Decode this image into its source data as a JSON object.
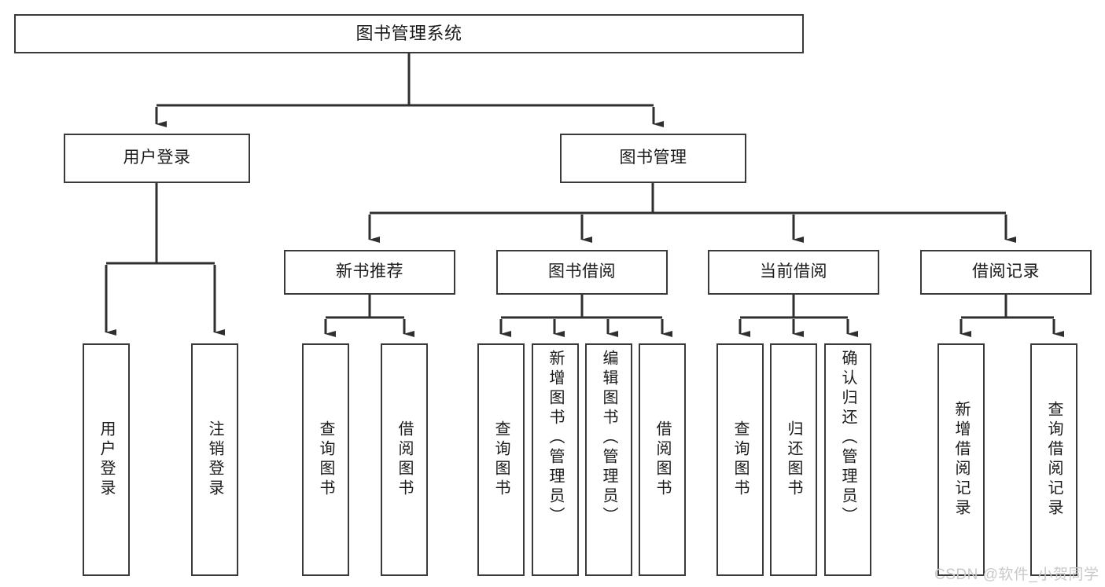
{
  "diagram": {
    "title": "图书管理系统",
    "type": "hierarchy-tree",
    "watermark": "CSDN @软件_小贺同学",
    "colors": {
      "box_border": "#3a3a3a",
      "box_fill": "#ffffff",
      "edge": "#2f2f2f",
      "text": "#1b1b1b",
      "watermark": "#c9c9c9"
    },
    "levels": {
      "root": "图书管理系统",
      "level2": [
        "用户登录",
        "图书管理"
      ],
      "level3": [
        "新书推荐",
        "图书借阅",
        "当前借阅",
        "借阅记录"
      ],
      "leaves": [
        "用户登录",
        "注销登录",
        "查询图书",
        "借阅图书",
        "查询图书",
        "新增图书（管理员）",
        "编辑图书（管理员）",
        "借阅图书",
        "查询图书",
        "归还图书",
        "确认归还（管理员）",
        "新增借阅记录",
        "查询借阅记录"
      ]
    },
    "nodes": {
      "root": {
        "label": "图书管理系统"
      },
      "user_login": {
        "label": "用户登录"
      },
      "book_manage": {
        "label": "图书管理"
      },
      "new_book_rec": {
        "label": "新书推荐"
      },
      "book_borrow": {
        "label": "图书借阅"
      },
      "current_borrow": {
        "label": "当前借阅"
      },
      "borrow_record": {
        "label": "借阅记录"
      },
      "leaf_user_login": {
        "label": "用户登录"
      },
      "leaf_logout": {
        "label": "注销登录"
      },
      "leaf_query_book_1": {
        "label": "查询图书"
      },
      "leaf_borrow_book_1": {
        "label": "借阅图书"
      },
      "leaf_query_book_2": {
        "label": "查询图书"
      },
      "leaf_add_book": {
        "label": "新增图书（管理员）"
      },
      "leaf_edit_book": {
        "label": "编辑图书（管理员）"
      },
      "leaf_borrow_book_2": {
        "label": "借阅图书"
      },
      "leaf_query_book_3": {
        "label": "查询图书"
      },
      "leaf_return_book": {
        "label": "归还图书"
      },
      "leaf_confirm_return": {
        "label": "确认归还（管理员）"
      },
      "leaf_add_record": {
        "label": "新增借阅记录"
      },
      "leaf_query_record": {
        "label": "查询借阅记录"
      }
    }
  }
}
